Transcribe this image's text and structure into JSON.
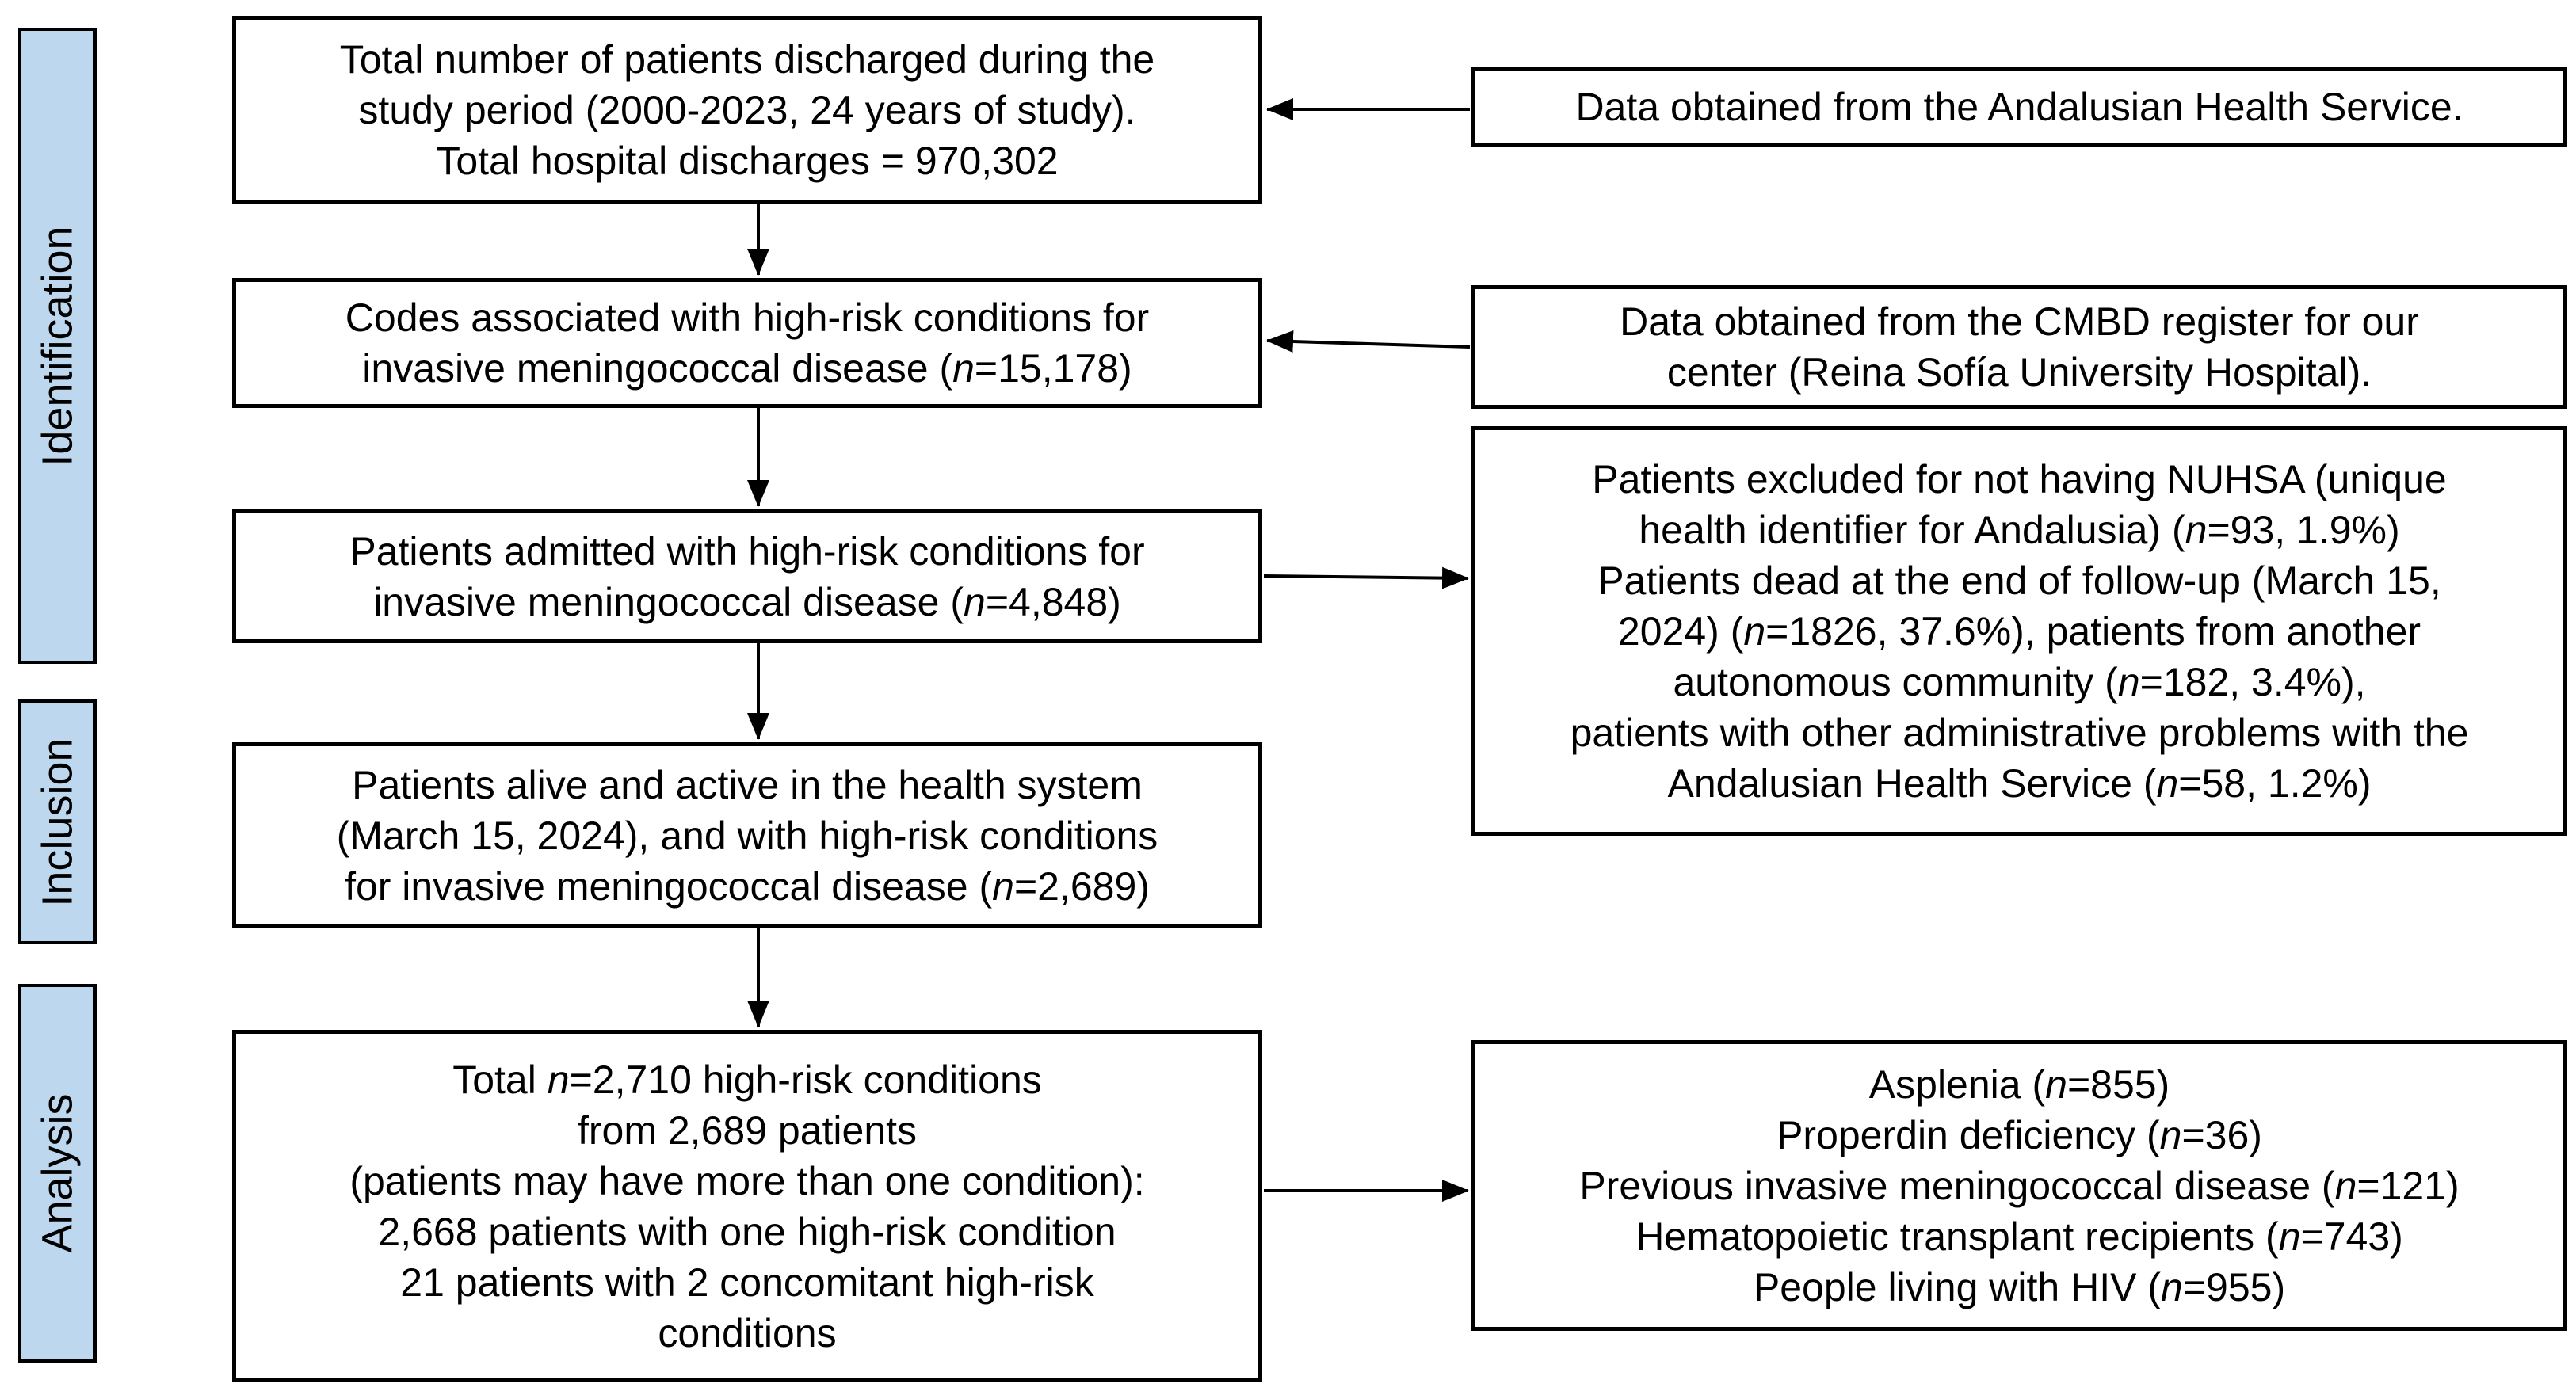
{
  "stages": [
    {
      "label": "Identification"
    },
    {
      "label": "Inclusion"
    },
    {
      "label": "Analysis"
    }
  ],
  "flow_boxes": [
    {
      "id": "total-discharges",
      "lines": [
        "Total number of patients discharged during the",
        "study period (2000-2023, 24 years of study).",
        "Total hospital discharges = 970,302"
      ]
    },
    {
      "id": "codes-high-risk",
      "lines": [
        "Codes associated with high-risk conditions for",
        "invasive meningococcal disease (n=15,178)"
      ]
    },
    {
      "id": "patients-admitted",
      "lines": [
        "Patients admitted with high-risk conditions for",
        "invasive meningococcal disease (n=4,848)"
      ]
    },
    {
      "id": "patients-alive-active",
      "lines": [
        "Patients alive and active in the health system",
        "(March 15, 2024), and with high-risk conditions",
        "for invasive meningococcal disease (n=2,689)"
      ]
    },
    {
      "id": "analysis-totals",
      "lines": [
        "Total n=2,710 high-risk conditions",
        "from 2,689 patients",
        "(patients may have more than one condition):",
        "2,668 patients with one high-risk condition",
        "21 patients with 2 concomitant high-risk",
        "conditions"
      ]
    }
  ],
  "side_boxes": [
    {
      "id": "data-source-shs",
      "lines": [
        "Data obtained from the Andalusian Health Service."
      ]
    },
    {
      "id": "data-source-cmbd",
      "lines": [
        "Data obtained from the CMBD register for our",
        "center (Reina Sofía University Hospital)."
      ]
    },
    {
      "id": "exclusions",
      "lines": [
        "Patients excluded for not having NUHSA (unique",
        "health identifier for Andalusia) (n=93, 1.9%)",
        "Patients dead at the end of follow-up (March 15,",
        "2024) (n=1826, 37.6%), patients from another",
        "autonomous community (n=182, 3.4%),",
        "patients with other administrative problems with the",
        "Andalusian Health Service (n=58, 1.2%)"
      ]
    },
    {
      "id": "conditions-breakdown",
      "lines": [
        "Asplenia (n=855)",
        "Properdin deficiency (n=36)",
        "Previous invasive meningococcal disease (n=121)",
        "Hematopoietic transplant recipients (n=743)",
        "People living with HIV (n=955)"
      ]
    }
  ],
  "colors": {
    "stage_fill": "#BDD7EE",
    "line": "#000000",
    "background": "#FFFFFF"
  }
}
